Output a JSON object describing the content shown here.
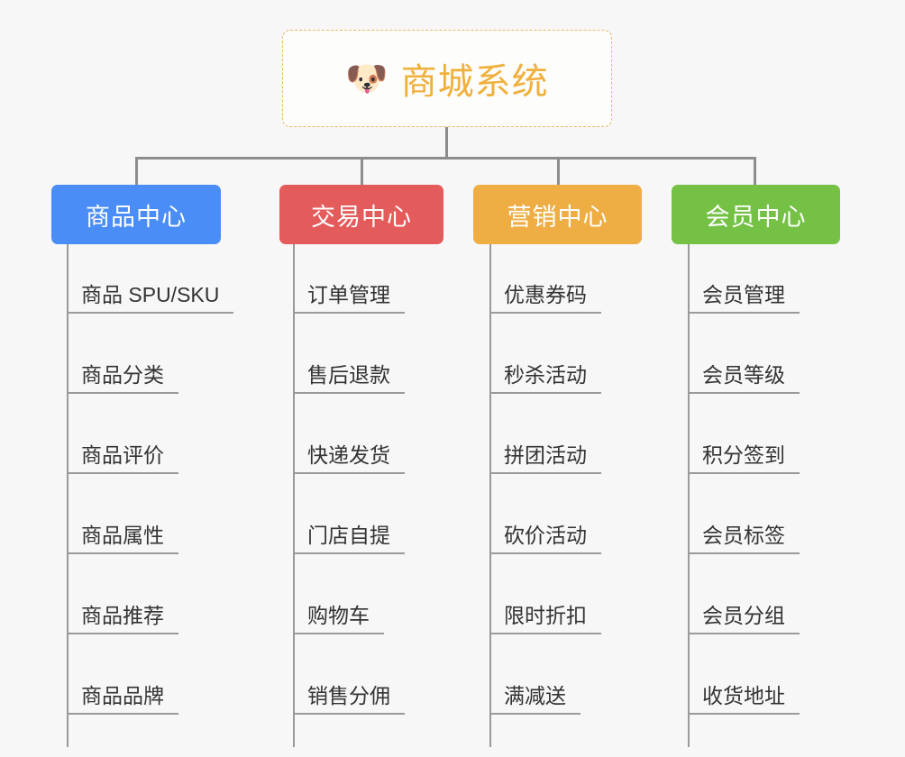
{
  "root": {
    "icon": "shiba-dog-face-icon",
    "emoji": "🐶",
    "title": "商城系统",
    "border_color": "#e9b964",
    "text_color": "#f0b03c",
    "background": "#fdfdfc"
  },
  "canvas": {
    "background": "#f7f7f7",
    "connector_color": "#8d8d8d",
    "leaf_line_color": "#9a9a9a",
    "leaf_text_color": "#333333"
  },
  "categories": [
    {
      "label": "商品中心",
      "color": "#4a8df6",
      "items": [
        "商品 SPU/SKU",
        "商品分类",
        "商品评价",
        "商品属性",
        "商品推荐",
        "商品品牌"
      ]
    },
    {
      "label": "交易中心",
      "color": "#e45b5b",
      "items": [
        "订单管理",
        "售后退款",
        "快递发货",
        "门店自提",
        "购物车",
        "销售分佣"
      ]
    },
    {
      "label": "营销中心",
      "color": "#eeae44",
      "items": [
        "优惠券码",
        "秒杀活动",
        "拼团活动",
        "砍价活动",
        "限时折扣",
        "满减送"
      ]
    },
    {
      "label": "会员中心",
      "color": "#74c145",
      "items": [
        "会员管理",
        "会员等级",
        "积分签到",
        "会员标签",
        "会员分组",
        "收货地址"
      ]
    }
  ]
}
